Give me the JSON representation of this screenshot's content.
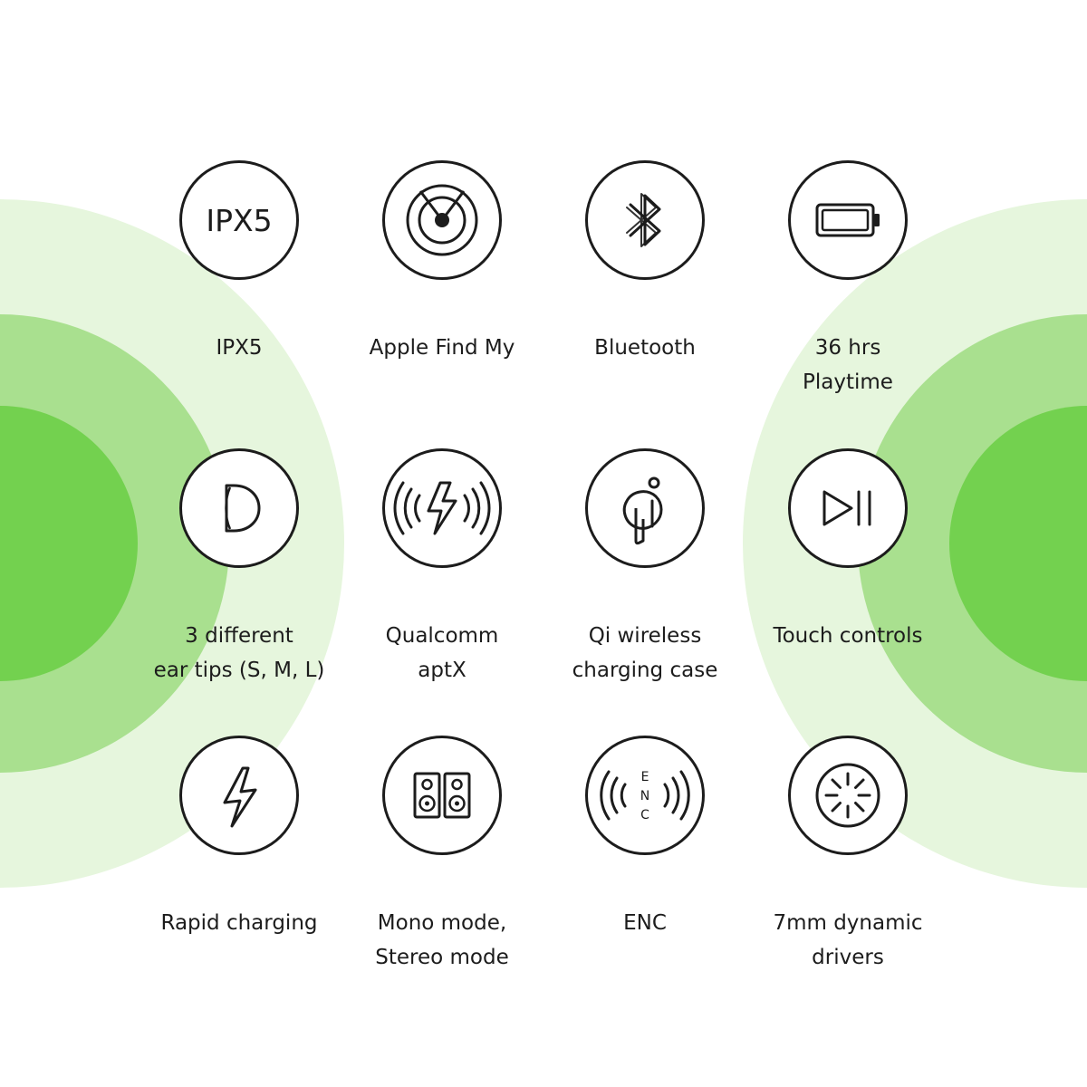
{
  "colors": {
    "bg_light": "#e6f6dd",
    "bg_mid": "#a9e08f",
    "bg_strong": "#73d14f",
    "ink": "#1c1c1c"
  },
  "features": [
    {
      "icon": "ipx5-text-icon",
      "icon_text": "IPX5",
      "lines": [
        "IPX5"
      ]
    },
    {
      "icon": "find-my-icon",
      "lines": [
        "Apple Find My"
      ]
    },
    {
      "icon": "bluetooth-icon",
      "lines": [
        "Bluetooth"
      ]
    },
    {
      "icon": "battery-icon",
      "lines": [
        "36 hrs",
        "Playtime"
      ]
    },
    {
      "icon": "ear-tip-icon",
      "lines": [
        "3 different",
        "ear tips (S, M, L)"
      ]
    },
    {
      "icon": "aptx-wireless-bolt-icon",
      "lines": [
        "Qualcomm",
        "aptX"
      ]
    },
    {
      "icon": "qi-icon",
      "lines": [
        "Qi wireless",
        "charging case"
      ]
    },
    {
      "icon": "play-pause-icon",
      "lines": [
        "Touch controls"
      ]
    },
    {
      "icon": "lightning-icon",
      "lines": [
        "Rapid charging"
      ]
    },
    {
      "icon": "speakers-icon",
      "lines": [
        "Mono mode,",
        "Stereo mode"
      ]
    },
    {
      "icon": "enc-icon",
      "icon_letters": [
        "E",
        "N",
        "C"
      ],
      "lines": [
        "ENC"
      ]
    },
    {
      "icon": "driver-icon",
      "lines": [
        "7mm dynamic",
        "drivers"
      ]
    }
  ]
}
